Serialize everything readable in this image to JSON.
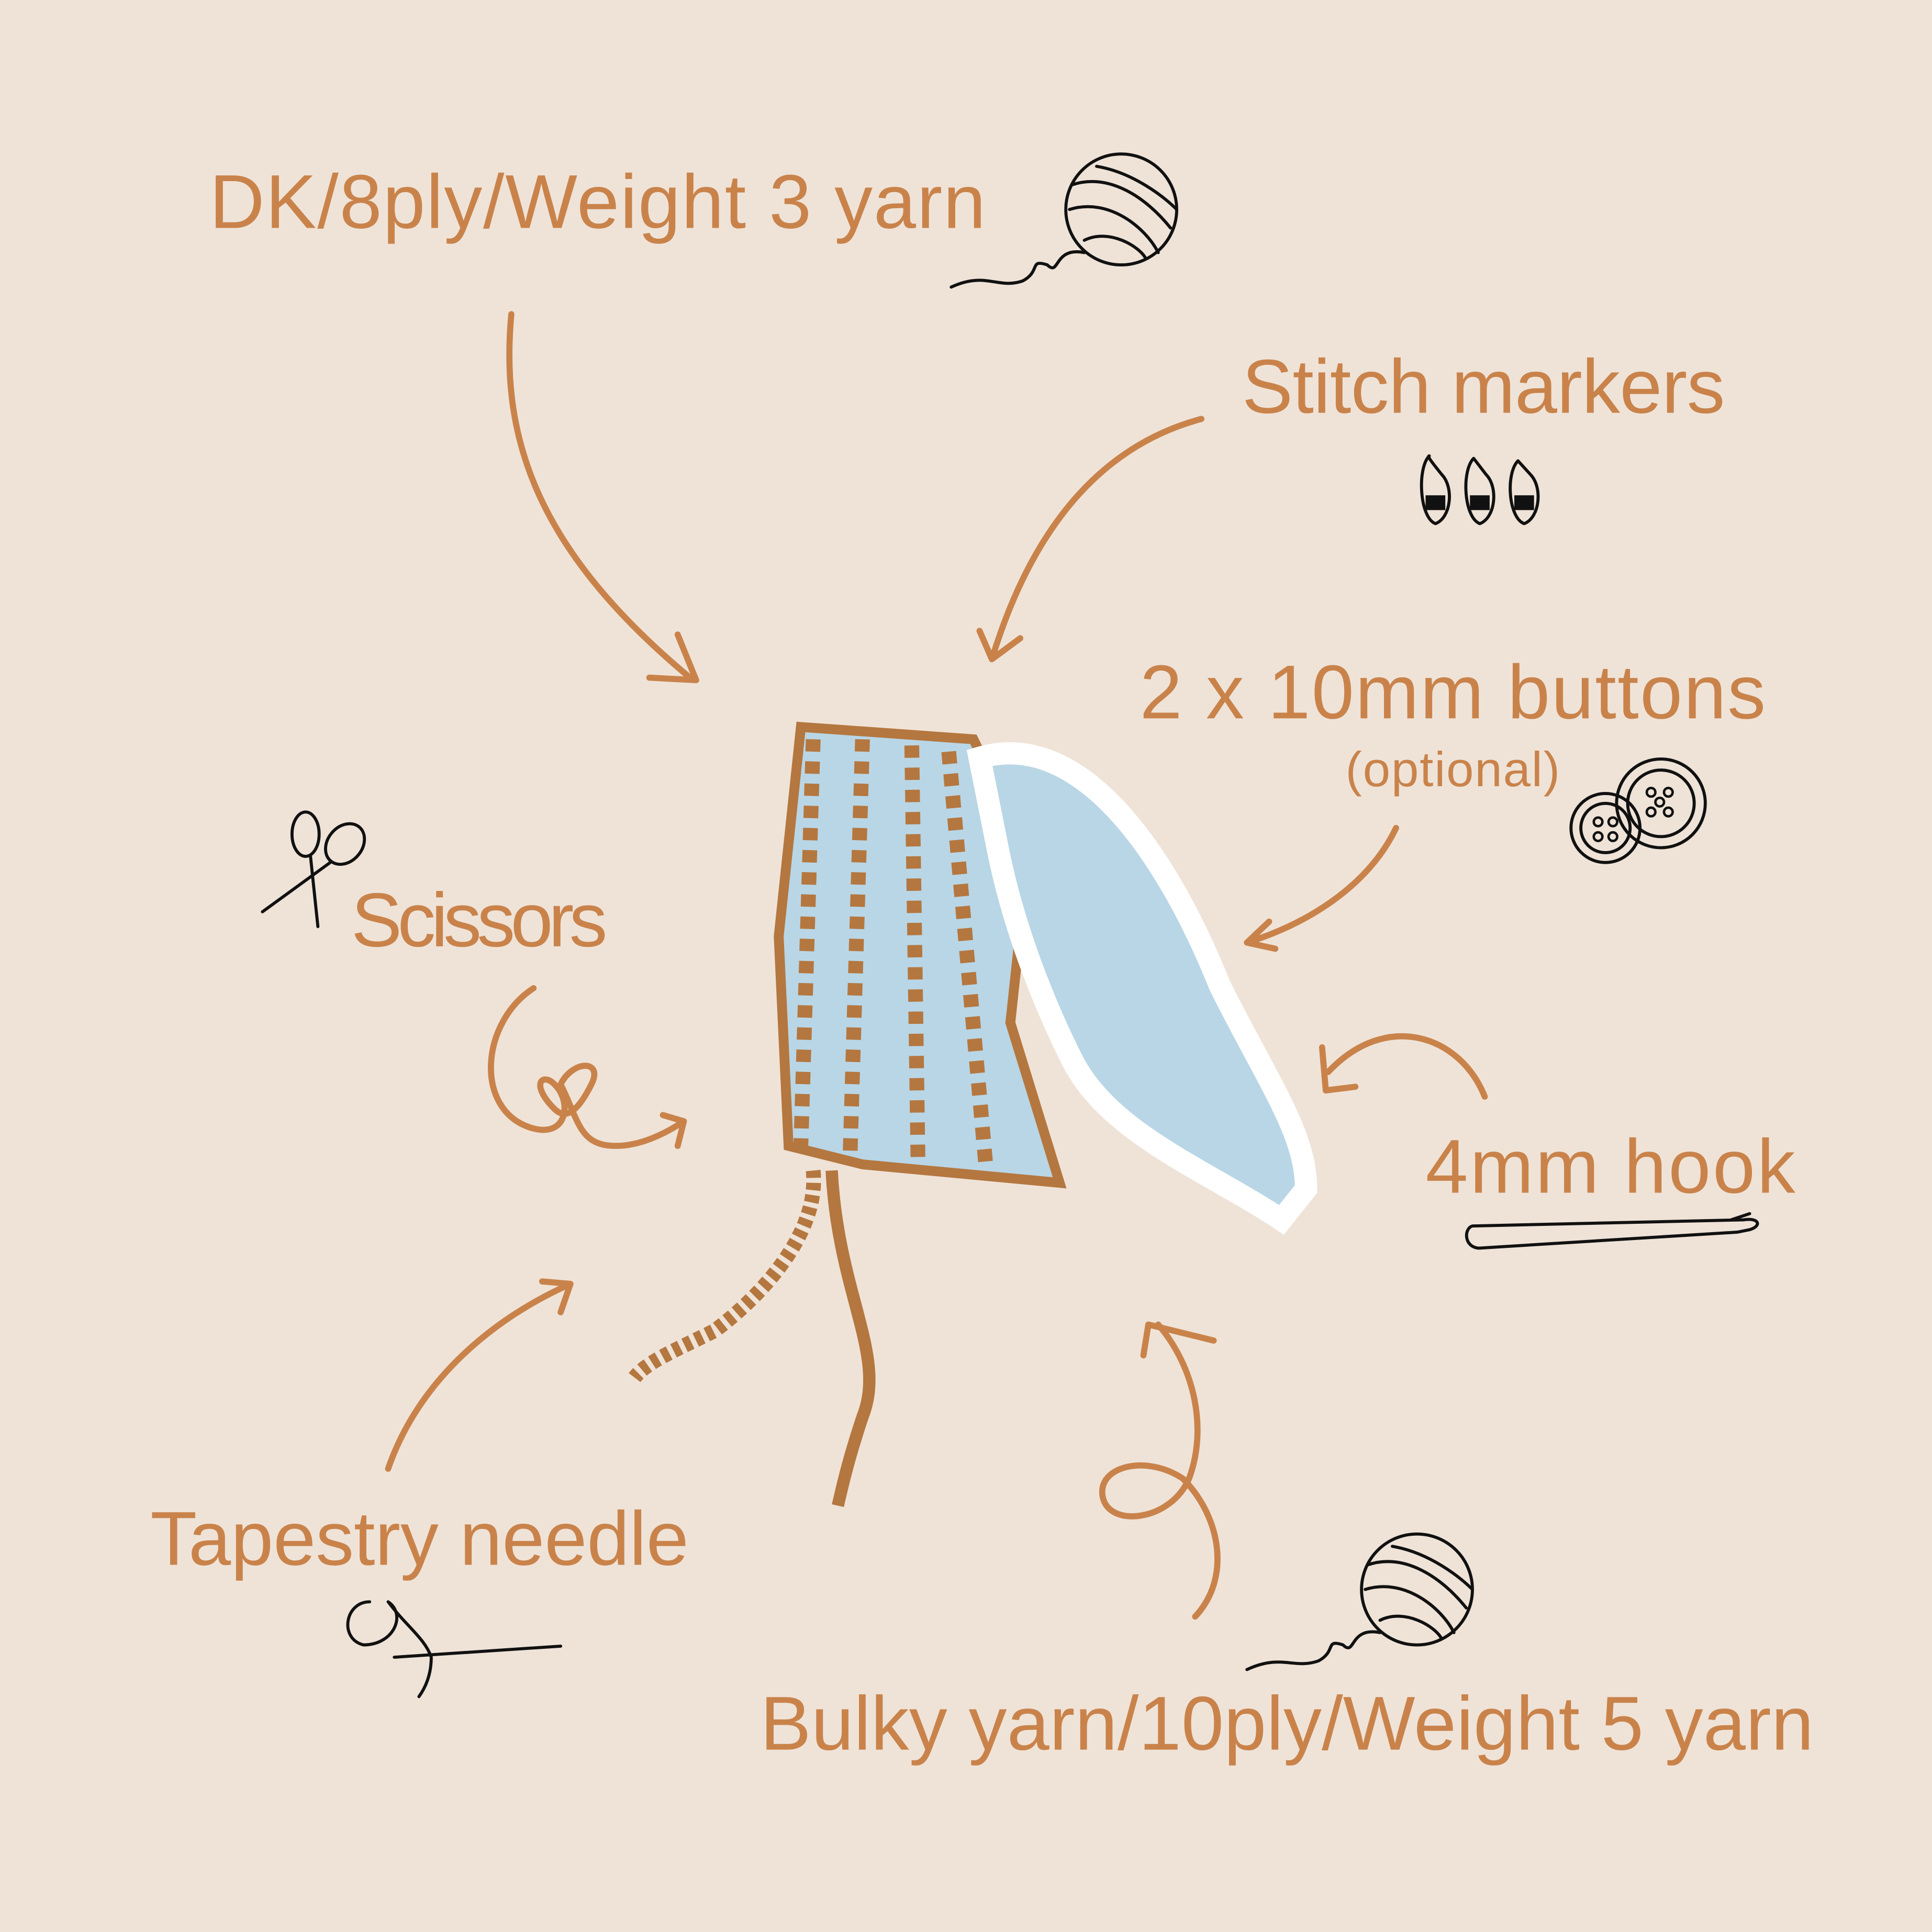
{
  "colors": {
    "background": "#EFE3D8",
    "accent": "#C9834A",
    "bonnet_blue": "#B9D6E6",
    "bonnet_brown": "#B4773F",
    "bonnet_trim": "#FFFFFF"
  },
  "labels": {
    "dk_yarn": "DK/8ply/Weight 3 yarn",
    "stitch_markers": "Stitch markers",
    "buttons": "2 x 10mm buttons",
    "buttons_note": "(optional)",
    "scissors": "Scissors",
    "hook": "4mm hook",
    "needle": "Tapestry needle",
    "bulky_yarn": "Bulky yarn/10ply/Weight 5 yarn"
  },
  "icons": [
    "yarn-ball-icon",
    "stitch-marker-icon",
    "button-icon",
    "scissors-icon",
    "crochet-hook-icon",
    "needle-icon"
  ]
}
